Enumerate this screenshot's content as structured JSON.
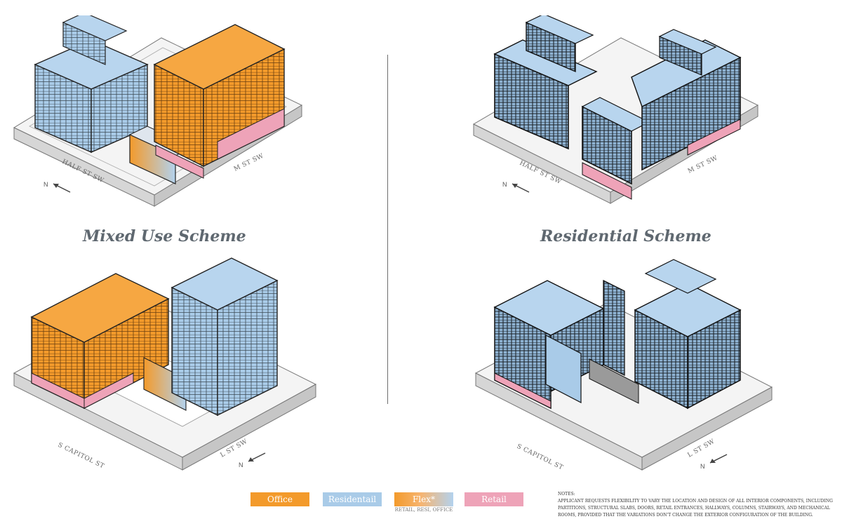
{
  "titles": {
    "mixed_use": "Mixed Use Scheme",
    "residential": "Residential Scheme"
  },
  "streets": {
    "half_st": "HALF ST SW",
    "m_st": "M ST SW",
    "s_capitol": "S CAPITOL ST",
    "l_st": "L ST SW"
  },
  "north_label": "N",
  "legend": {
    "office": "Office",
    "residential": "Residentail",
    "flex": "Flex*",
    "flex_sub": "RETAIL, RESI, OFFICE",
    "retail": "Retail"
  },
  "notes": {
    "heading": "NOTES:",
    "text": "APPLICANT REQUESTS FLEXIBILITY TO VARY THE LOCATION AND DESIGN OF ALL INTERIOR COMPONENTS, INCLUDING PARTITIONS, STRUCTURAL SLABS, DOORS, RETAIL ENTRANCES, HALLWAYS, COLUMNS, STAIRWAYS, AND MECHANICAL ROOMS, PROVIDED THAT THE VARIATIONS DON'T CHANGE THE EXTERIOR CONFIGURATION OF THE BUILDING."
  },
  "colors": {
    "office": "#f39a2b",
    "residential": "#a9cbe8",
    "retail": "#eea3b8",
    "base": "#e6e6e6",
    "outline": "#222222"
  }
}
